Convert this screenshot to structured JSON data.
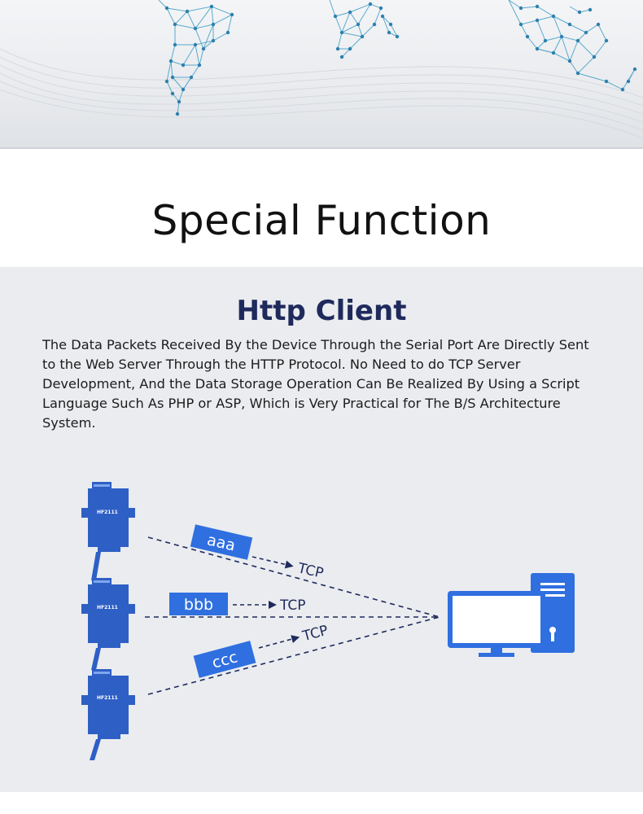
{
  "header": {
    "title": "Special Function"
  },
  "section": {
    "title": "Http Client",
    "description": "The Data Packets Received By the Device Through the Serial Port Are Directly Sent to the Web Server Through the HTTP Protocol. No Need to do TCP Server Development, And the Data Storage Operation Can Be Realized By Using a Script Language Such As PHP or ASP, Which is Very Practical for The B/S Architecture System."
  },
  "diagram": {
    "devices": [
      {
        "model": "HF2111",
        "packet": "aaa",
        "protocol": "TCP"
      },
      {
        "model": "HF2111",
        "packet": "bbb",
        "protocol": "TCP"
      },
      {
        "model": "HF2111",
        "packet": "ccc",
        "protocol": "TCP"
      }
    ],
    "server_icon": "desktop-computer-icon",
    "colors": {
      "accent": "#2f6fe0",
      "device": "#2e5fc4",
      "line": "#1f2a5c",
      "title": "#1f2a5c"
    }
  }
}
